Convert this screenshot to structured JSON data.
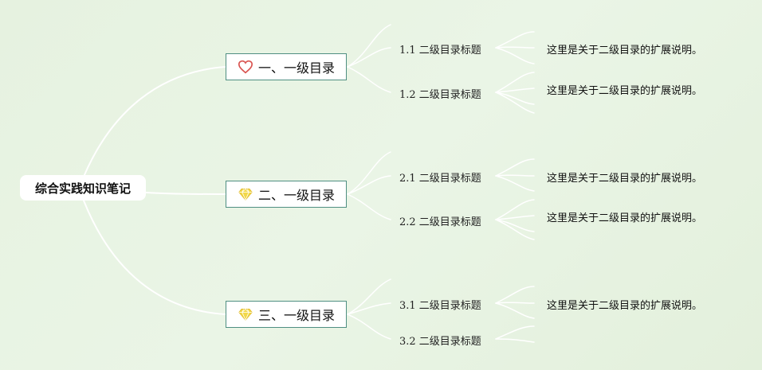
{
  "root": {
    "title": "综合实践知识笔记"
  },
  "branches": [
    {
      "label": "一、一级目录",
      "icon": "heart-icon",
      "children": [
        {
          "label": "1.1 二级目录标题",
          "note": "这里是关于二级目录的扩展说明。"
        },
        {
          "label": "1.2 二级目录标题",
          "note": "这里是关于二级目录的扩展说明。"
        }
      ]
    },
    {
      "label": "二、一级目录",
      "icon": "diamond-icon",
      "children": [
        {
          "label": "2.1 二级目录标题",
          "note": "这里是关于二级目录的扩展说明。"
        },
        {
          "label": "2.2 二级目录标题",
          "note": "这里是关于二级目录的扩展说明。"
        }
      ]
    },
    {
      "label": "三、一级目录",
      "icon": "diamond-icon",
      "children": [
        {
          "label": "3.1 二级目录标题",
          "note": "这里是关于二级目录的扩展说明。"
        },
        {
          "label": "3.2 二级目录标题"
        }
      ]
    }
  ],
  "colors": {
    "heart": "#d9534f",
    "diamond": "#f2d84a",
    "branch_border": "#4f8f82",
    "connector": "#ffffff"
  }
}
